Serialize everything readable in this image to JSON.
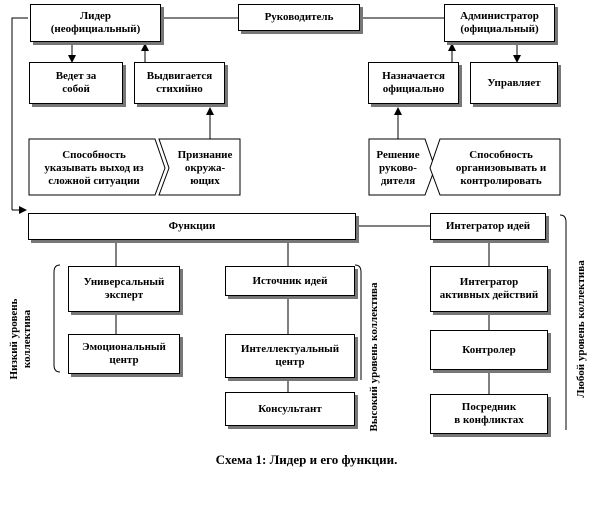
{
  "top": {
    "leader": "Лидер\n(неофициальный)",
    "manager": "Руководитель",
    "administrator": "Администратор\n(официальный)"
  },
  "second": {
    "leads": "Ведет за\nсобой",
    "nominated": "Выдвигается\nстихийно",
    "appointed": "Назначается\nофициально",
    "manages": "Управляет"
  },
  "third": {
    "ability_exit": "Способность\nуказывать выход из\nсложной ситуации",
    "recognition": "Признание\nокружа-\nющих",
    "decision": "Решение\nруково-\nдителя",
    "ability_organize": "Способность\nорганизовывать и\nконтролировать"
  },
  "functions": "Функции",
  "integrator_ideas": "Интегратор идей",
  "left_col": {
    "universal": "Универсальный\nэксперт",
    "emotional": "Эмоциональный\nцентр"
  },
  "mid_col": {
    "source": "Источник идей",
    "intellectual": "Интеллектуальный\nцентр",
    "consultant": "Консультант"
  },
  "right_col": {
    "integrator_actions": "Интегратор\nактивных действий",
    "controller": "Контролер",
    "mediator": "Посредник\nв конфликтах"
  },
  "levels": {
    "low": "Низкий уровень\nколлектива",
    "high": "Высокий уровень коллектива",
    "any": "Любой уровень коллектива"
  },
  "caption": "Схема 1: Лидер и его функции.",
  "colors": {
    "line": "#000000",
    "shadow": "#777777",
    "background": "#ffffff"
  }
}
